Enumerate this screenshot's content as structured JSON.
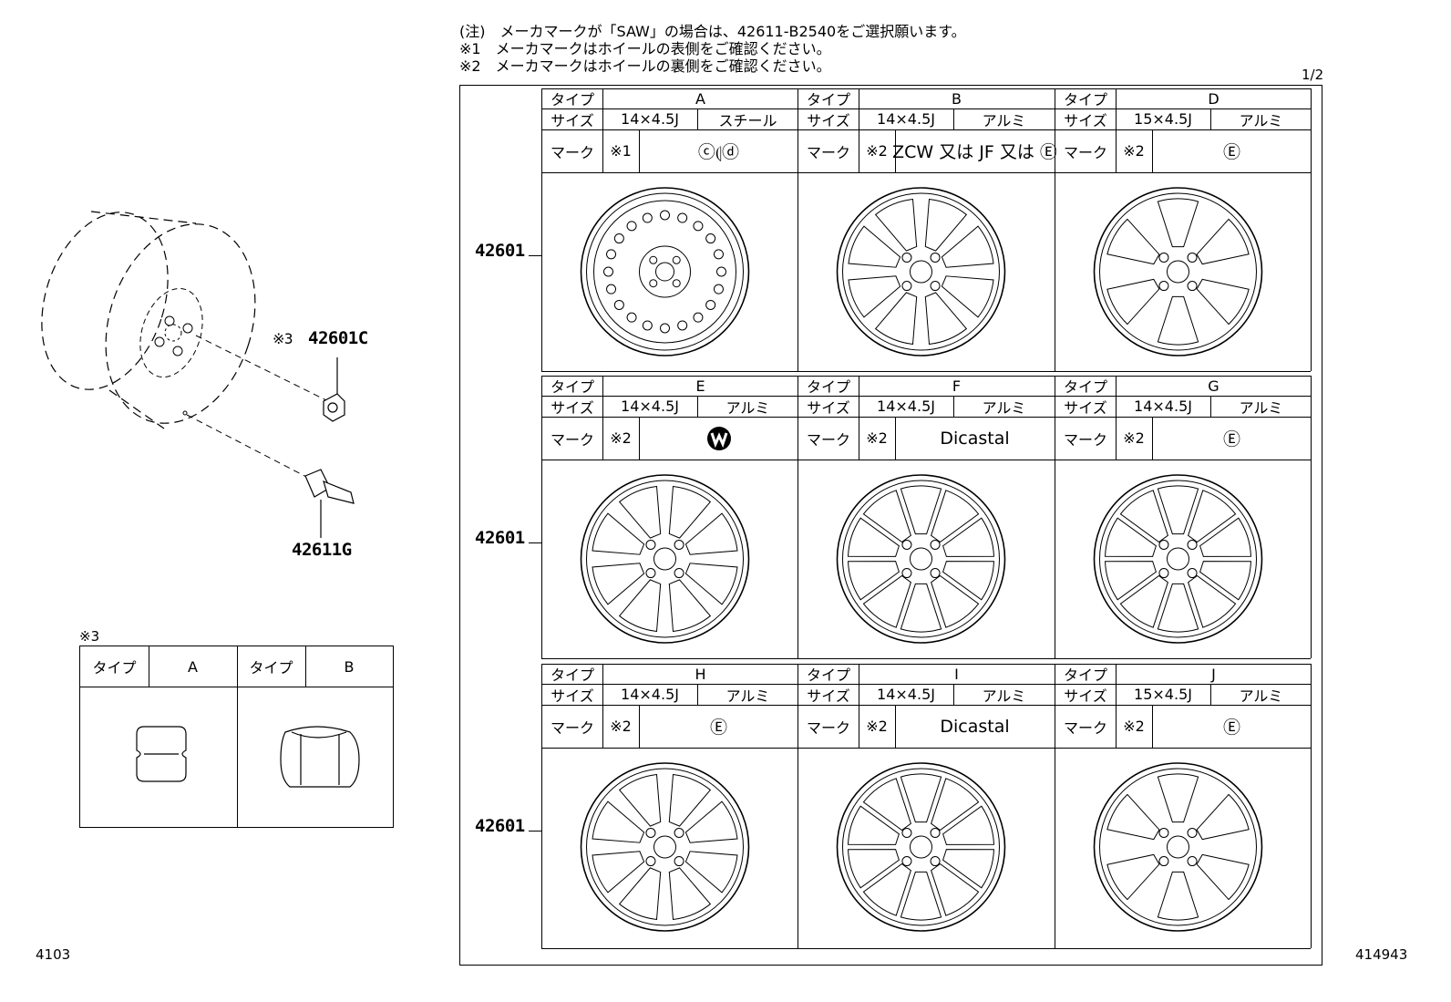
{
  "notes": {
    "line1": "(注)　メーカマークが「SAW」の場合は、42611-B2540をご選択願います。",
    "line2": "※1　メーカマークはホイールの表側をご確認ください。",
    "line3": "※2　メーカマークはホイールの裏側をご確認ください。"
  },
  "page_indicator": "1/2",
  "labels": {
    "type": "タイプ",
    "size": "サイズ",
    "mark": "マーク"
  },
  "rows": [
    {
      "part_number": "42601",
      "wheels": [
        {
          "type": "A",
          "size": "14×4.5J",
          "material": "スチール",
          "note": "※1",
          "mark": "ⓒ⦇ⓓ"
        },
        {
          "type": "B",
          "size": "14×4.5J",
          "material": "アルミ",
          "note": "※2",
          "mark": "ZCW 又は JF 又は Ⓔ"
        },
        {
          "type": "D",
          "size": "15×4.5J",
          "material": "アルミ",
          "note": "※2",
          "mark": "Ⓔ"
        }
      ]
    },
    {
      "part_number": "42601",
      "wheels": [
        {
          "type": "E",
          "size": "14×4.5J",
          "material": "アルミ",
          "note": "※2",
          "mark": ""
        },
        {
          "type": "F",
          "size": "14×4.5J",
          "material": "アルミ",
          "note": "※2",
          "mark": "Dicastal"
        },
        {
          "type": "G",
          "size": "14×4.5J",
          "material": "アルミ",
          "note": "※2",
          "mark": "Ⓔ"
        }
      ]
    },
    {
      "part_number": "42601",
      "wheels": [
        {
          "type": "H",
          "size": "14×4.5J",
          "material": "アルミ",
          "note": "※2",
          "mark": "Ⓔ"
        },
        {
          "type": "I",
          "size": "14×4.5J",
          "material": "アルミ",
          "note": "※2",
          "mark": "Dicastal"
        },
        {
          "type": "J",
          "size": "15×4.5J",
          "material": "アルミ",
          "note": "※2",
          "mark": "Ⓔ"
        }
      ]
    }
  ],
  "left_diagram": {
    "nut_part_prefix": "※3",
    "nut_part": "42601C",
    "valve_part": "42611G"
  },
  "nut_table": {
    "title": "※3",
    "type_label": "タイプ",
    "type_a": "A",
    "type_b": "B"
  },
  "footer": {
    "left_code": "4103",
    "right_code": "414943"
  }
}
